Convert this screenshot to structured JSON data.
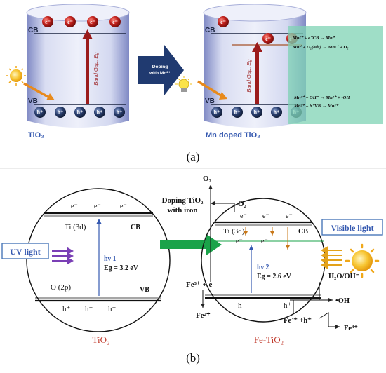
{
  "panel_a": {
    "label": "(a)",
    "left": {
      "cb": "CB",
      "vb": "VB",
      "electron": "e⁻",
      "hole": "h⁺",
      "band_gap": "Band Gap, Eg",
      "name": "TiO₂"
    },
    "arrow_label_line1": "Doping",
    "arrow_label_line2": "with Mn²⁺",
    "right": {
      "cb": "CB",
      "vb": "VB",
      "electron": "e⁻",
      "hole": "h⁺",
      "band_gap": "Band Gap, Eg",
      "name": "Mn doped TiO₂",
      "reactions_top": [
        "Mn²⁺ + e⁻CB → Mn⁺",
        "Mn⁺ + O₂(ads) → Mn²⁺ + O₂⁻"
      ],
      "reactions_bottom": [
        "Mn³⁺ + OH⁻ → Mn²⁺ + •OH",
        "Mn²⁺ + h⁺VB → Mn³⁺"
      ]
    }
  },
  "panel_b": {
    "label": "(b)",
    "left": {
      "electron": "e⁻",
      "hole": "h⁺",
      "ti": "Ti (3d)",
      "cb": "CB",
      "o": "O (2p)",
      "vb": "VB",
      "hv": "hν 1",
      "eg": "Eg = 3.2 eV",
      "name": "TiO₂",
      "uv": "UV light"
    },
    "arrow_label_line1": "Doping TiO₂",
    "arrow_label_line2": "with iron",
    "right": {
      "electron": "e⁻",
      "hole": "h⁺",
      "ti": "Ti (3d)",
      "cb": "CB",
      "hv": "hν 2",
      "eg": "Eg = 2.6 eV",
      "name": "Fe-TiO₂",
      "visible": "Visible light",
      "o2_minus": "O₂⁻",
      "o2": "O₂",
      "fe3_e": "Fe³⁺ + e⁻",
      "fe2": "Fe²⁺",
      "h2o": "H₂O/OH⁻",
      "oh": "•OH",
      "fe3_h": "Fe³⁺ +h⁺",
      "fe4": "Fe⁴⁺"
    }
  },
  "colors": {
    "cylinder_light": "#e6e9f7",
    "cylinder_dark": "#8a93cc",
    "electron": "#c0201c",
    "hole": "#1d2f57",
    "bandgap_arrow": "#9b1b1b",
    "blue_arrow": "#203a70",
    "green_box": "#7fd3b4",
    "green_arrow": "#1aa34a",
    "uv_box": "#4a78b8",
    "purple_arrow": "#7a3fb5",
    "yellow_arrow": "#e3a21a",
    "sun": "#f2b418",
    "orange_arrow": "#e88a1c",
    "red_label": "#c0392b"
  }
}
